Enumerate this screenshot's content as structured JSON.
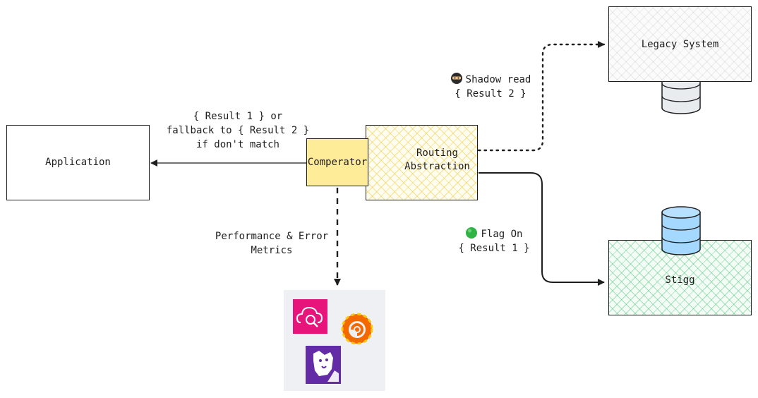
{
  "nodes": {
    "application": "Application",
    "comparator": "Comperator",
    "routing_line1": "Routing",
    "routing_line2": "Abstraction",
    "legacy": "Legacy System",
    "stigg": "Stigg"
  },
  "edges": {
    "result_line1": "{ Result 1 } or",
    "result_line2": "fallback to { Result 2 }",
    "result_line3": "if don't match",
    "shadow_line1": "Shadow read",
    "shadow_line2": "{ Result 2 }",
    "flag_line1": "Flag On",
    "flag_line2": "{ Result 1 }",
    "metrics_line1": "Performance & Error",
    "metrics_line2": "Metrics"
  },
  "icons": {
    "shadow": "ninja-emoji-icon",
    "flag": "green-circle-icon",
    "db_legacy": "database-icon",
    "db_stigg": "database-icon",
    "monitoring": [
      "cloudwatch-icon",
      "grafana-icon",
      "datadog-icon"
    ]
  },
  "colors": {
    "comparator_fill": "#ffec99",
    "routing_hatch": "#f0c83c",
    "stigg_hatch": "#3cbe6e",
    "db_legacy": "#e9ecef",
    "db_stigg": "#a5d8ff",
    "cloudwatch": "#e7157b",
    "grafana": "#f46800",
    "datadog": "#632ca6"
  }
}
